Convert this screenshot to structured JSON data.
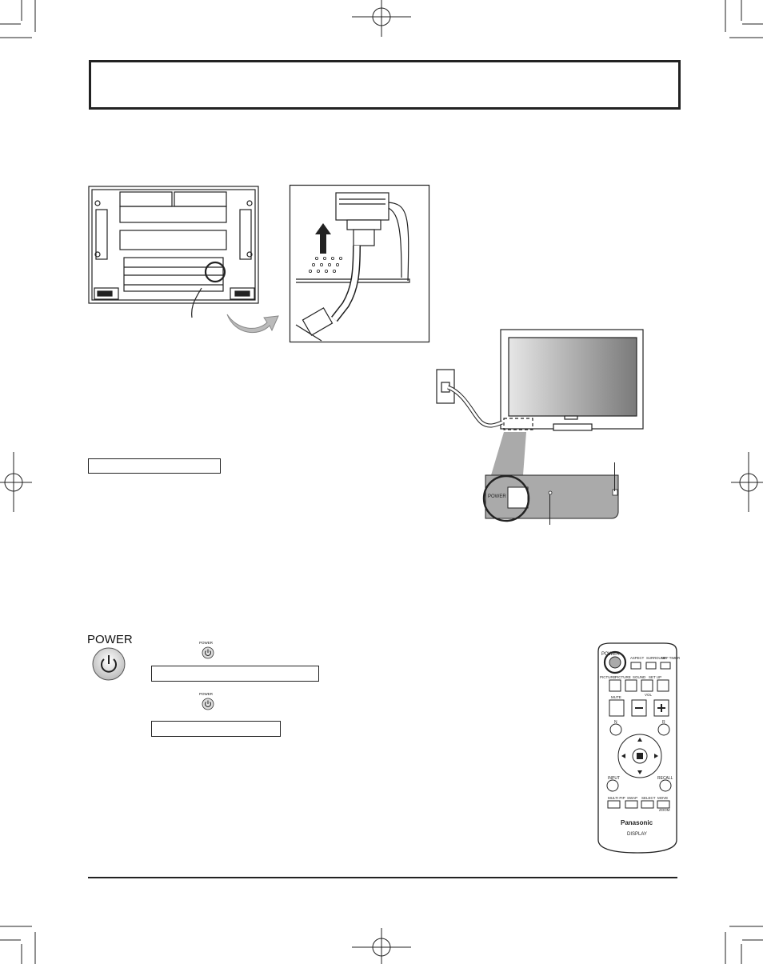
{
  "page": {
    "section_title": ""
  },
  "panel_front": {
    "power_label": "POWER"
  },
  "power_section": {
    "power_label": "POWER",
    "small_icon_label_1": "POWER",
    "small_icon_label_2": "POWER"
  },
  "remote": {
    "row1": [
      "POWER",
      "ASPECT",
      "SURROUND",
      "OFF TIMER"
    ],
    "row2": [
      "PICTURE",
      "PICTURE",
      "SOUND",
      "SET UP"
    ],
    "mute_label": "MUTE",
    "vol_label": "VOL",
    "n_label": "N",
    "r_label": "R",
    "input_label": "INPUT",
    "recall_label": "RECALL",
    "row_bottom": [
      "MULTI PIP",
      "SWAP",
      "SELECT",
      "MOVE"
    ],
    "zoom_label": "ZOOM",
    "brand": "Panasonic",
    "display_label": "DISPLAY"
  },
  "colors": {
    "ink": "#222222",
    "screen_light": "#dddddd",
    "screen_dark": "#888888"
  }
}
